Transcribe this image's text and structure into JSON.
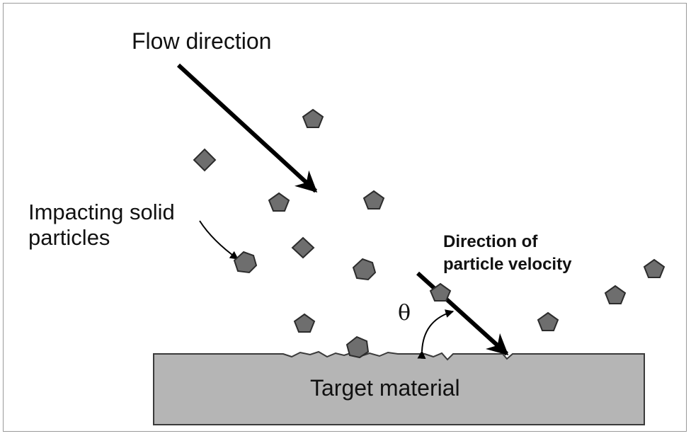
{
  "labels": {
    "flow_direction": "Flow direction",
    "impacting_particles_line1": "Impacting solid",
    "impacting_particles_line2": "particles",
    "particle_velocity_line1": "Direction of",
    "particle_velocity_line2": "particle velocity",
    "impact_angle": "θ",
    "target_material": "Target material"
  },
  "colors": {
    "particle_fill": "#6e6e6e",
    "particle_stroke": "#2c2c2c",
    "target_fill": "#b5b5b5",
    "arrow": "#000000",
    "frame_border": "#9a9a9a"
  }
}
